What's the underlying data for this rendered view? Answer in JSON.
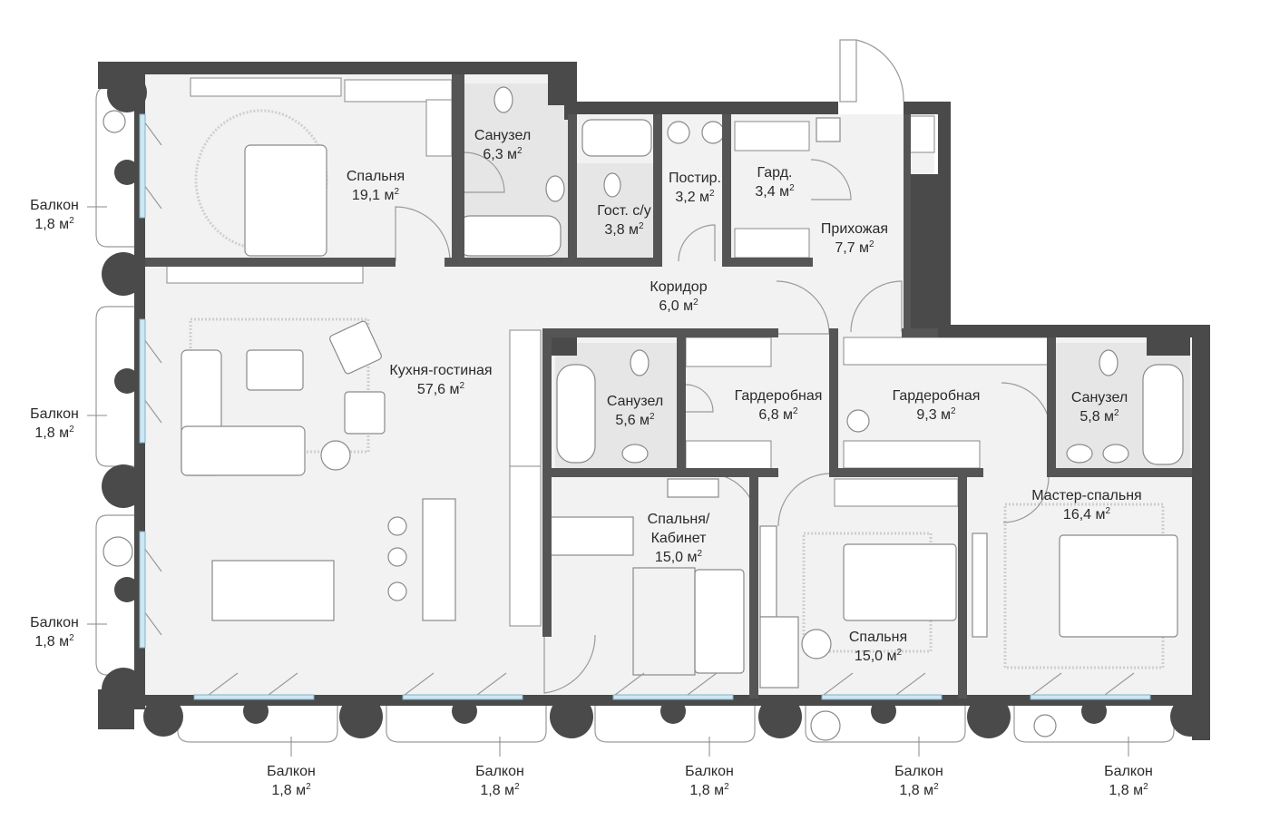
{
  "palette": {
    "wall": "#4a4a4a",
    "floor": "#f2f2f2",
    "wet_floor": "#e6e6e6",
    "glass": "#cfe7f2",
    "line": "#8a8a8a"
  },
  "area_unit": "м²",
  "rooms": [
    {
      "id": "bedroom-1",
      "name": "Спальня",
      "area": "19,1 м"
    },
    {
      "id": "bathroom-1",
      "name": "Санузел",
      "area": "6,3 м"
    },
    {
      "id": "guest-wc",
      "name": "Гост. с/у",
      "area": "3,8 м"
    },
    {
      "id": "laundry",
      "name": "Постир.",
      "area": "3,2 м"
    },
    {
      "id": "wardrobe-small",
      "name": "Гард.",
      "area": "3,4 м"
    },
    {
      "id": "hallway",
      "name": "Прихожая",
      "area": "7,7 м"
    },
    {
      "id": "corridor",
      "name": "Коридор",
      "area": "6,0 м"
    },
    {
      "id": "kitchen-living",
      "name": "Кухня-гостиная",
      "area": "57,6 м"
    },
    {
      "id": "bathroom-2",
      "name": "Санузел",
      "area": "5,6 м"
    },
    {
      "id": "wardrobe-1",
      "name": "Гардеробная",
      "area": "6,8 м"
    },
    {
      "id": "wardrobe-2",
      "name": "Гардеробная",
      "area": "9,3 м"
    },
    {
      "id": "bathroom-3",
      "name": "Санузел",
      "area": "5,8 м"
    },
    {
      "id": "study",
      "name": "Спальня/",
      "name2": "Кабинет",
      "area": "15,0 м"
    },
    {
      "id": "bedroom-2",
      "name": "Спальня",
      "area": "15,0 м"
    },
    {
      "id": "master-bedroom",
      "name": "Мастер-спальня",
      "area": "16,4 м"
    }
  ],
  "balconies": [
    {
      "id": "balcony-left-1",
      "name": "Балкон",
      "area": "1,8 м"
    },
    {
      "id": "balcony-left-2",
      "name": "Балкон",
      "area": "1,8 м"
    },
    {
      "id": "balcony-left-3",
      "name": "Балкон",
      "area": "1,8 м"
    },
    {
      "id": "balcony-bottom-1",
      "name": "Балкон",
      "area": "1,8 м"
    },
    {
      "id": "balcony-bottom-2",
      "name": "Балкон",
      "area": "1,8 м"
    },
    {
      "id": "balcony-bottom-3",
      "name": "Балкон",
      "area": "1,8 м"
    },
    {
      "id": "balcony-bottom-4",
      "name": "Балкон",
      "area": "1,8 м"
    },
    {
      "id": "balcony-bottom-5",
      "name": "Балкон",
      "area": "1,8 м"
    }
  ]
}
